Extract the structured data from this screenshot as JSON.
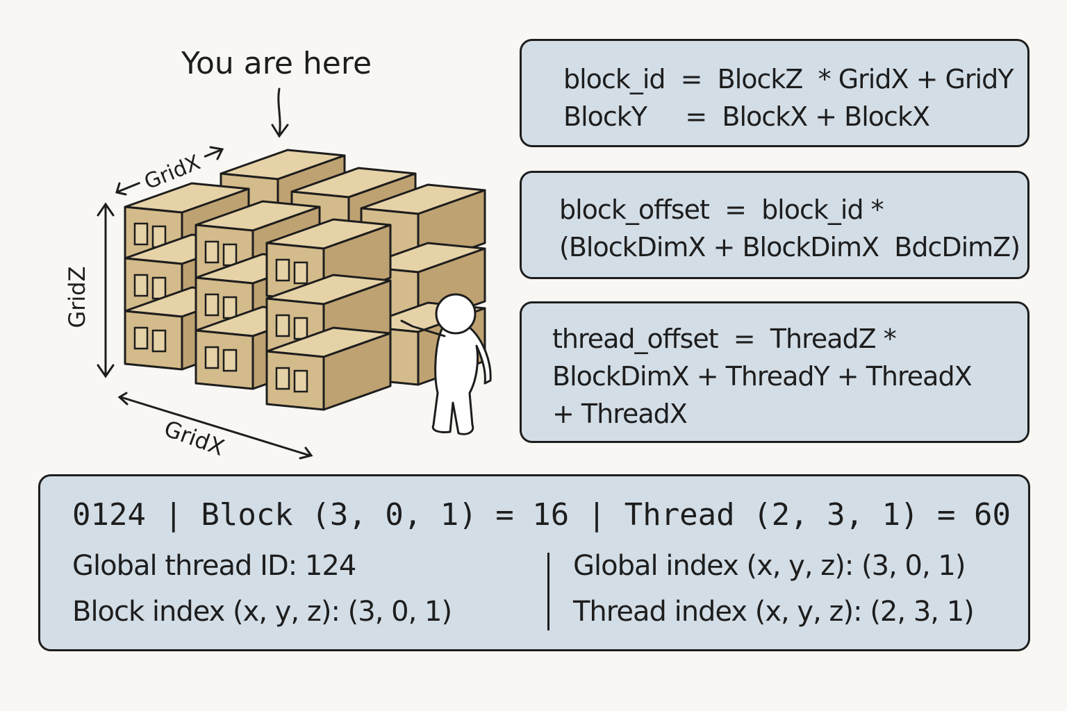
{
  "diagram": {
    "pointer_label": "You are here",
    "axis_top_label": "GridX",
    "axis_side_label": "GridZ",
    "axis_bottom_label": "GridX"
  },
  "formulas": {
    "block_id": {
      "line1": "block_id  =  BlockZ  * GridX + GridY",
      "line2": "BlockY     =  BlockX + BlockX"
    },
    "block_offset": {
      "line1": "block_offset  =  block_id *",
      "line2": "(BlockDimX + BlockDimX  BdcDimZ)"
    },
    "thread_offset": {
      "line1": "thread_offset  =  ThreadZ *",
      "line2": "BlockDimX + ThreadY + ThreadX",
      "line3": "+ ThreadX"
    }
  },
  "summary": {
    "header": "0124 | Block (3, 0, 1) = 16 | Thread (2, 3, 1) = 60",
    "global_thread_id": "Global thread ID: 124",
    "block_index": "Block index (x, y, z): (3, 0, 1)",
    "global_index": "Global index (x, y, z): (3, 0, 1)",
    "thread_index": "Thread index (x, y, z): (2, 3, 1)"
  },
  "colors": {
    "box_fill": "#d3dde6",
    "cube_light": "#e6d2a7",
    "cube_mid": "#d4bb8b",
    "cube_dark": "#bfa272",
    "outline": "#1d1d1d",
    "background": "#f8f7f3"
  }
}
